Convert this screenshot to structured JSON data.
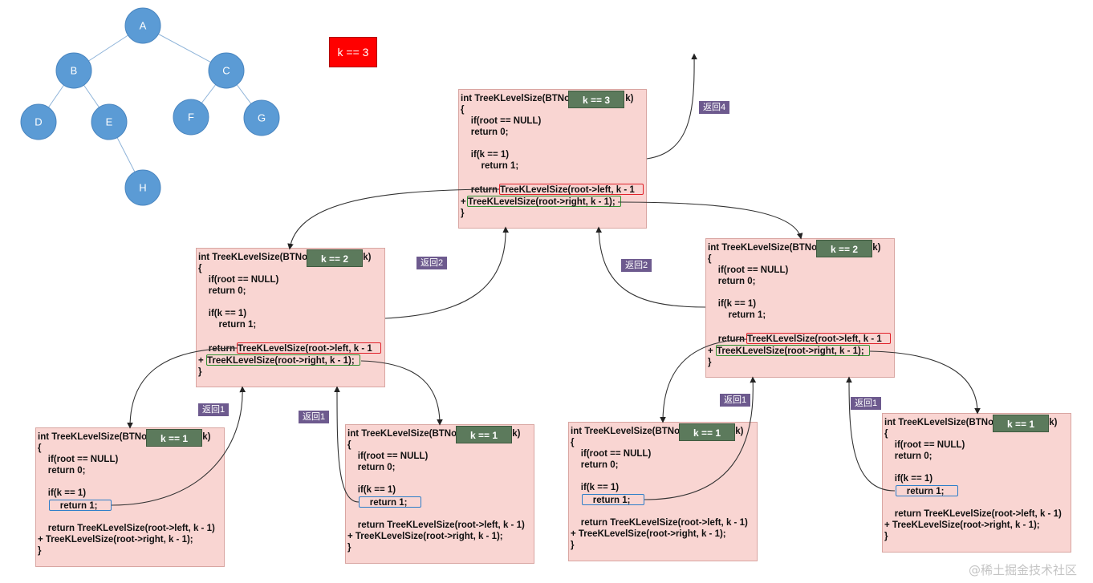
{
  "tree": {
    "nodes": [
      {
        "id": "A",
        "label": "A"
      },
      {
        "id": "B",
        "label": "B"
      },
      {
        "id": "C",
        "label": "C"
      },
      {
        "id": "D",
        "label": "D"
      },
      {
        "id": "E",
        "label": "E"
      },
      {
        "id": "F",
        "label": "F"
      },
      {
        "id": "G",
        "label": "G"
      },
      {
        "id": "H",
        "label": "H"
      }
    ],
    "edges": [
      [
        "A",
        "B"
      ],
      [
        "A",
        "C"
      ],
      [
        "B",
        "D"
      ],
      [
        "B",
        "E"
      ],
      [
        "C",
        "F"
      ],
      [
        "C",
        "G"
      ],
      [
        "E",
        "H"
      ]
    ],
    "node_color": "#5b9bd5"
  },
  "k_badge": "k == 3",
  "code": {
    "l1": "int TreeKLevelSize(BTNo",
    "l1b": "int k)",
    "l2": "{",
    "l3": "    if(root == NULL)",
    "l4": "    return 0;",
    "l5": "    if(k == 1)",
    "l6": "        return 1;",
    "l6b": "    return 1;",
    "l7": "    return ",
    "l7b": "    return TreeKLevelSize(root->left, k - 1)",
    "call_left": "TreeKLevelSize(root->left, k - 1",
    "plus": "+ ",
    "call_right": "TreeKLevelSize(root->right, k - 1);",
    "l8b": "+ TreeKLevelSize(root->right, k - 1);",
    "l9": "}"
  },
  "frames": [
    {
      "id": "f1",
      "k_label": "k == 3",
      "base_case": false
    },
    {
      "id": "f2",
      "k_label": "k == 2",
      "base_case": false
    },
    {
      "id": "f3",
      "k_label": "k == 2",
      "base_case": false
    },
    {
      "id": "f4",
      "k_label": "k == 1",
      "base_case": true
    },
    {
      "id": "f5",
      "k_label": "k == 1",
      "base_case": true
    },
    {
      "id": "f6",
      "k_label": "k == 1",
      "base_case": true
    },
    {
      "id": "f7",
      "k_label": "k == 1",
      "base_case": true
    }
  ],
  "returns": {
    "r4": "返回4",
    "r2a": "返回2",
    "r2b": "返回2",
    "r1a": "返回1",
    "r1b": "返回1",
    "r1c": "返回1",
    "r1d": "返回1"
  },
  "colors": {
    "frame_bg": "#f9d5d2",
    "tag_bg": "#5c7a5c",
    "left_call": "#e0212a",
    "right_call": "#2f8f2f",
    "base_return": "#2d7ec9",
    "return_label": "#6d5a8e",
    "k_badge_bg": "#ff0000"
  },
  "watermark": "@稀土掘金技术社区"
}
